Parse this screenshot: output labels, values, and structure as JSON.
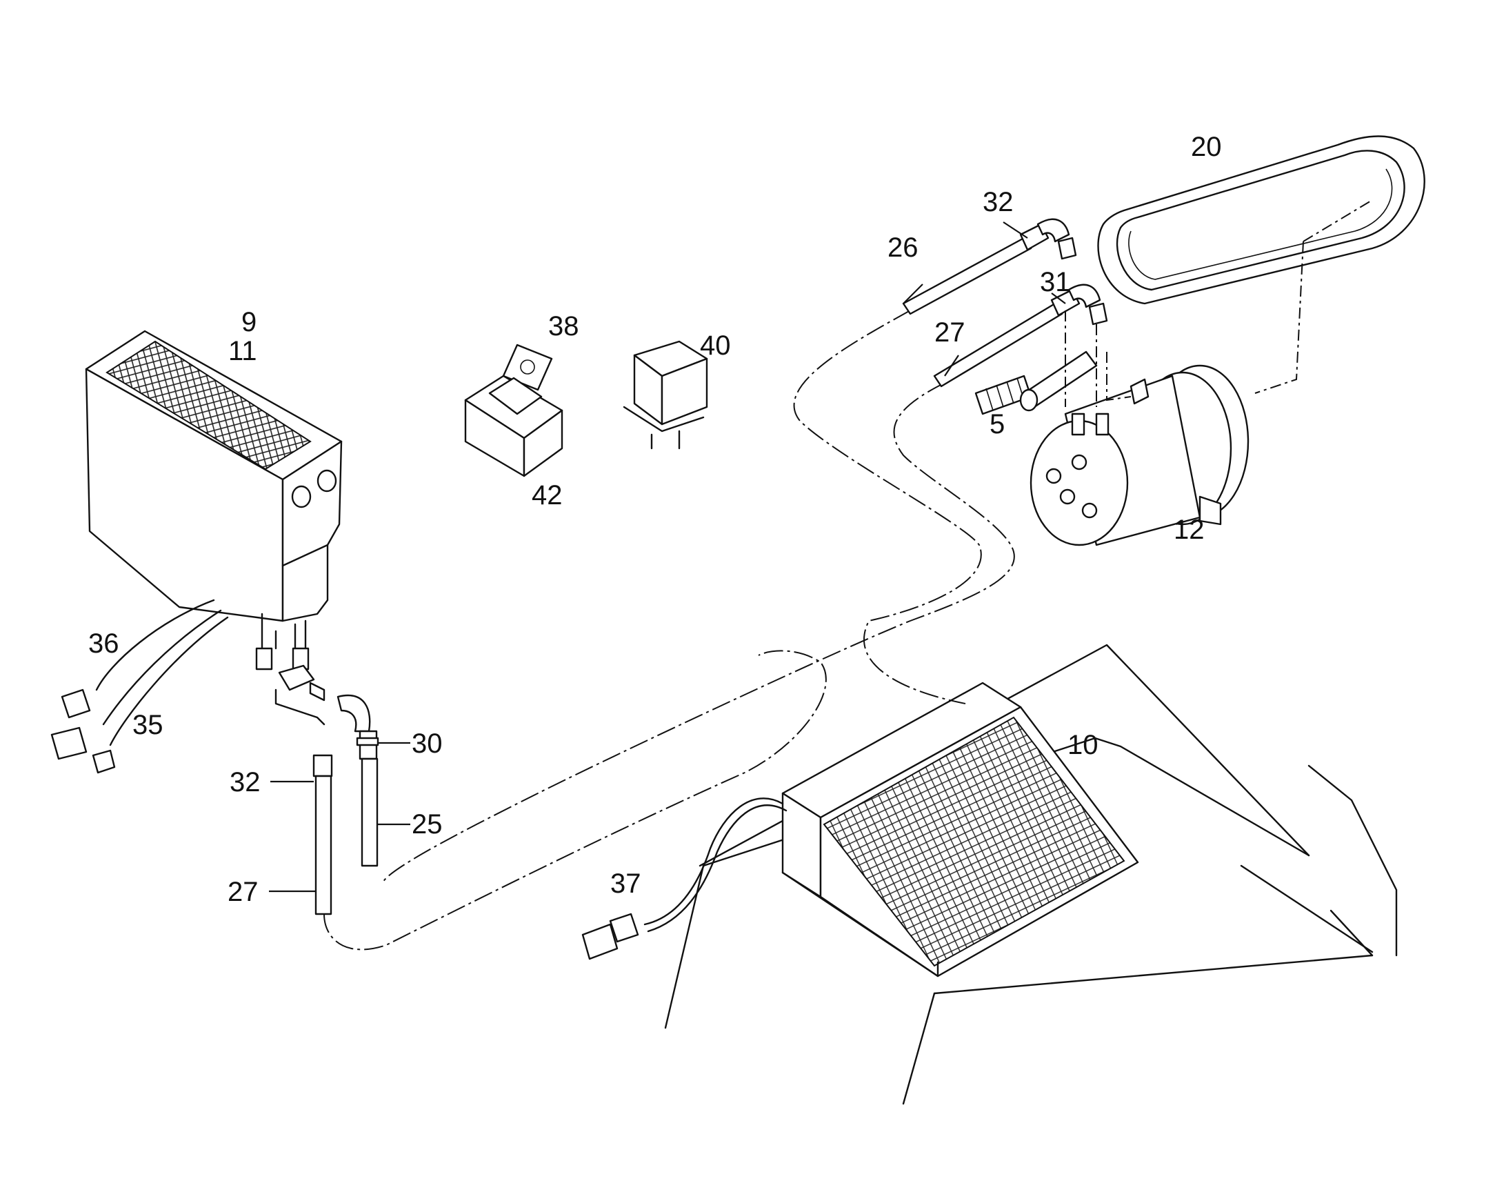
{
  "labels": {
    "p9": "9",
    "p11": "11",
    "p38": "38",
    "p40": "40",
    "p42": "42",
    "p26": "26",
    "p32_top": "32",
    "p31": "31",
    "p27_top": "27",
    "p5": "5",
    "p20": "20",
    "p12": "12",
    "p36": "36",
    "p35": "35",
    "p30": "30",
    "p32_left": "32",
    "p25": "25",
    "p27_left": "27",
    "p10": "10",
    "p37": "37"
  }
}
